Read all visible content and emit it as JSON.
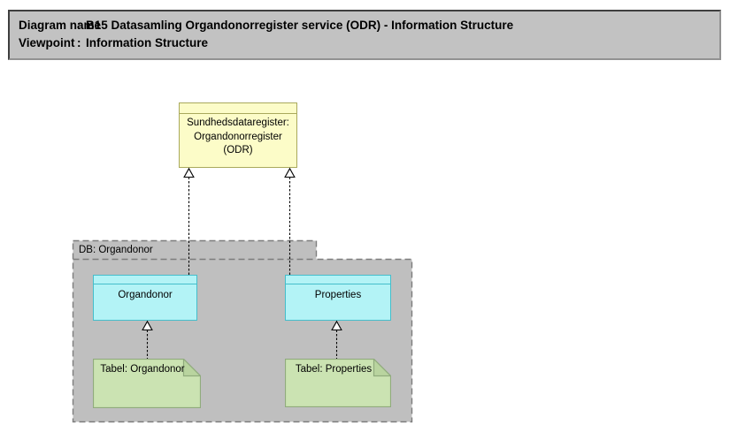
{
  "header": {
    "rows": [
      {
        "label": "Diagram name",
        "separator": ":",
        "value": "B15 Datasamling Organdonorregister service (ODR) - Information Structure"
      },
      {
        "label": "Viewpoint",
        "separator": ":",
        "value": "Information Structure"
      }
    ]
  },
  "diagram": {
    "register_object": {
      "label": "Sundhedsdataregister:\nOrgandonorregister\n(ODR)"
    },
    "group": {
      "label": "DB: Organdonor"
    },
    "data_objects": [
      {
        "label": "Organdonor"
      },
      {
        "label": "Properties"
      }
    ],
    "table_notes": [
      {
        "label": "Tabel: Organdonor"
      },
      {
        "label": "Tabel: Properties"
      }
    ]
  },
  "colors": {
    "header_fill": "#C2C2C2",
    "group_fill": "#BFBFBF",
    "group_border": "#7D7D7D",
    "register_fill": "#FCFCC8",
    "register_border": "#A9A95C",
    "object_fill": "#B3F3F6",
    "object_border": "#45BECB",
    "note_fill": "#CBE3B2",
    "note_fold_fill": "#B9D49F",
    "note_border": "#90AB7D",
    "connector": "#000000"
  }
}
